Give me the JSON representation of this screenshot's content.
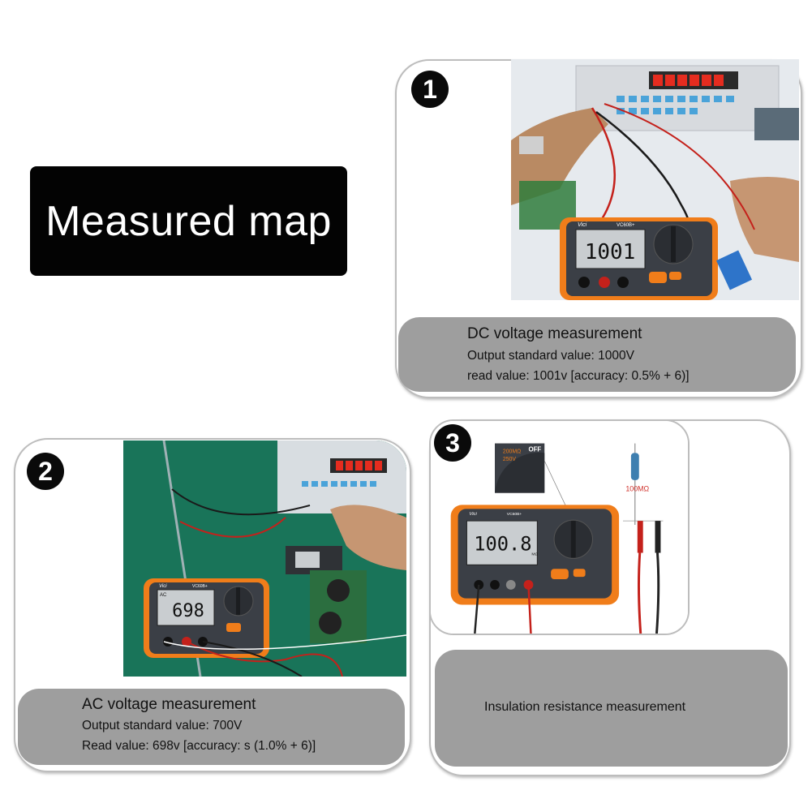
{
  "title": "Measured map",
  "panels": [
    {
      "number": "1",
      "heading": "DC voltage measurement",
      "line1": "Output standard value: 1000V",
      "line2": "read value: 1001v [accuracy: 0.5% + 6)]",
      "display_reading": "1001",
      "brand": "Vici",
      "model": "VC60B+"
    },
    {
      "number": "2",
      "heading": "AC voltage measurement",
      "line1": "Output standard value: 700V",
      "line2": "Read value: 698v [accuracy: s (1.0% + 6)]",
      "display_reading": "698",
      "display_mode": "AC",
      "brand": "Vici",
      "model": "VC60B+"
    },
    {
      "number": "3",
      "heading": "Insulation resistance measurement",
      "display_reading": "100.8",
      "display_unit": "MΩ",
      "brand": "Vici",
      "model": "VC60B+",
      "resistor_label": "100MΩ",
      "dial_labels": [
        "200MΩ",
        "250V",
        "OFF"
      ]
    }
  ],
  "colors": {
    "caption_bar": "#9e9e9e",
    "title_bg": "#030303",
    "meter_orange": "#f07d1a",
    "meter_body": "#3b3f46",
    "lcd": "#c9cdd0"
  }
}
